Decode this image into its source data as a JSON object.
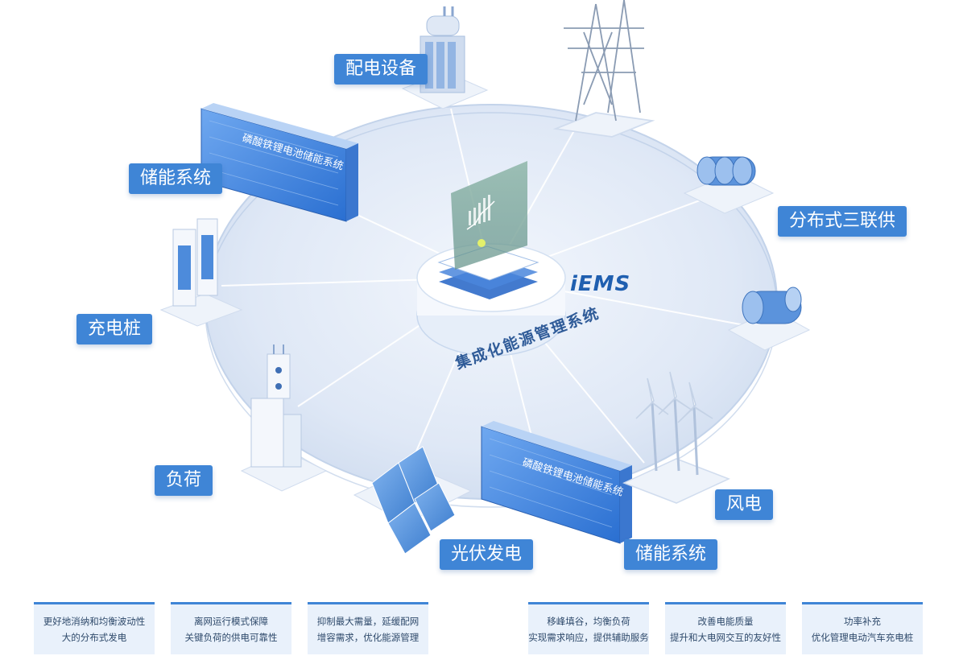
{
  "center": {
    "system_name": "iEMS",
    "subtitle": "集成化能源管理系统"
  },
  "nodes": {
    "distribution_equipment": "配电设备",
    "storage_system_left": "储能系统",
    "chp": "分布式三联供",
    "charging_pile": "充电桩",
    "load": "负荷",
    "pv": "光伏发电",
    "storage_system_bottom": "储能系统",
    "wind": "风电"
  },
  "battery_text": "磷酸铁锂电池储能系统",
  "cards": [
    {
      "line1": "更好地消纳和均衡波动性",
      "line2": "大的分布式发电"
    },
    {
      "line1": "离网运行模式保障",
      "line2": "关键负荷的供电可靠性"
    },
    {
      "line1": "抑制最大需量，延缓配网",
      "line2": "增容需求，优化能源管理"
    },
    {
      "line1": "移峰填谷，均衡负荷",
      "line2": "实现需求响应，提供辅助服务"
    },
    {
      "line1": "改善电能质量",
      "line2": "提升和大电网交互的友好性"
    },
    {
      "line1": "功率补充",
      "line2": "优化管理电动汽车充电桩"
    }
  ],
  "colors": {
    "accent": "#3f85d6",
    "disc": "#dde7f5",
    "card_bg": "#e9f1fb"
  }
}
